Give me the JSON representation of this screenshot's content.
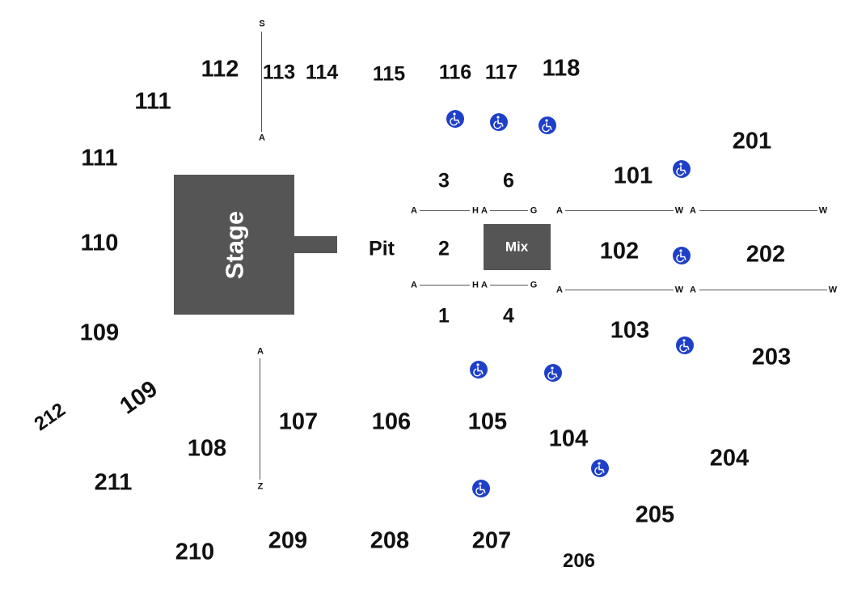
{
  "venue": {
    "stage_label": "Stage",
    "mix_label": "Mix",
    "pit_label": "Pit"
  },
  "sections": {
    "s111a": "111",
    "s112": "112",
    "s113": "113",
    "s114": "114",
    "s115": "115",
    "s116": "116",
    "s117": "117",
    "s118": "118",
    "s111b": "111",
    "s110": "110",
    "s109a": "109",
    "s109b": "109",
    "s212": "212",
    "s108": "108",
    "s211": "211",
    "s210": "210",
    "s107": "107",
    "s106": "106",
    "s105": "105",
    "s104": "104",
    "s209": "209",
    "s208": "208",
    "s207": "207",
    "s206": "206",
    "s205": "205",
    "s204": "204",
    "s203": "203",
    "s202": "202",
    "s201": "201",
    "s101": "101",
    "s102": "102",
    "s103": "103",
    "f1": "1",
    "f2": "2",
    "f3": "3",
    "f4": "4",
    "f6": "6"
  },
  "rows": {
    "top_left_start": "S",
    "top_left_end": "A",
    "bottom_left_start": "A",
    "bottom_left_end": "Z",
    "floor_a": "A",
    "floor_h": "H",
    "floor_a2": "A",
    "floor_g": "G",
    "floor_w": "W"
  },
  "icons": {
    "accessible": "wheelchair-icon",
    "accessible_color": "#1e40c8",
    "stage_color": "#555555"
  }
}
